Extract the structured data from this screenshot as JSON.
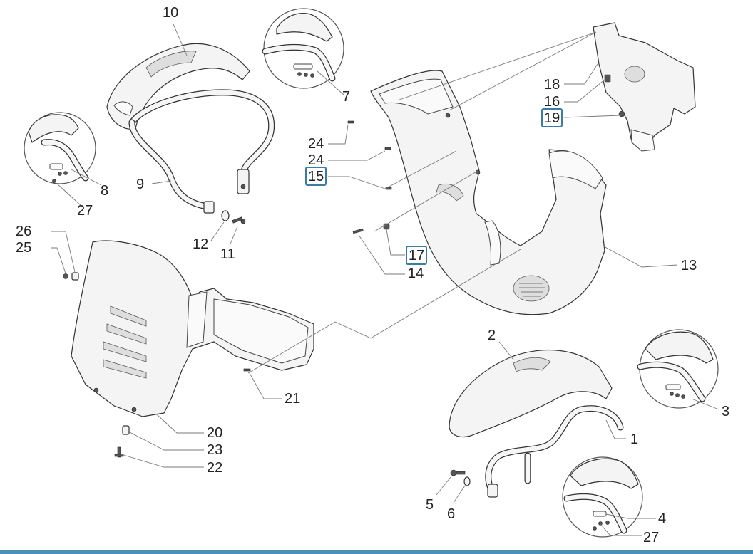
{
  "diagram": {
    "callouts": {
      "c10": "10",
      "c7": "7",
      "c8": "8",
      "c27a": "27",
      "c9": "9",
      "c12": "12",
      "c11": "11",
      "c18": "18",
      "c16": "16",
      "c19": "19",
      "c24a": "24",
      "c24b": "24",
      "c15": "15",
      "c17": "17",
      "c14": "14",
      "c13": "13",
      "c26": "26",
      "c25": "25",
      "c21": "21",
      "c20": "20",
      "c23": "23",
      "c22": "22",
      "c2": "2",
      "c3": "3",
      "c1": "1",
      "c5": "5",
      "c6": "6",
      "c4": "4",
      "c27b": "27"
    },
    "highlight_color": "#3a7ca5",
    "bottom_rule_color": "#4a90b8"
  }
}
